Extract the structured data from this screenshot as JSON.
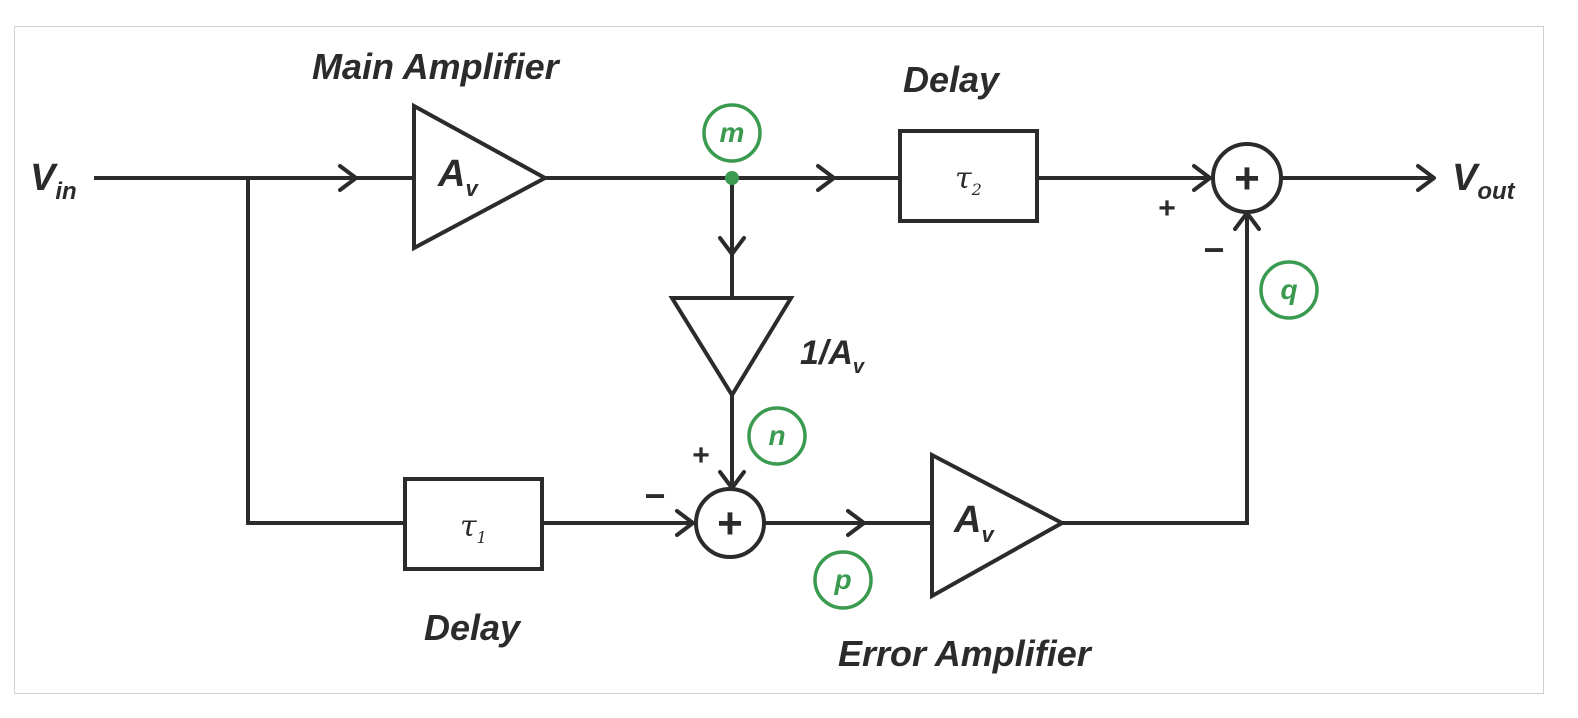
{
  "labels": {
    "main_amplifier": "Main Amplifier",
    "delay_top": "Delay",
    "delay_bottom": "Delay",
    "error_amplifier": "Error Amplifier",
    "inv_gain": "1/A",
    "inv_gain_sub": "v"
  },
  "signals": {
    "vin_main": "V",
    "vin_sub": "in",
    "vout_main": "V",
    "vout_sub": "out"
  },
  "blocks": {
    "main_amp_main": "A",
    "main_amp_sub": "v",
    "error_amp_main": "A",
    "error_amp_sub": "v",
    "tau1_main": "τ",
    "tau1_sub": "1",
    "tau2_main": "τ",
    "tau2_sub": "2"
  },
  "summers": {
    "symbol": "+",
    "bottom_plus": "+",
    "bottom_minus": "−",
    "top_plus": "+",
    "top_minus": "−"
  },
  "nodes": {
    "m": "m",
    "n": "n",
    "p": "p",
    "q": "q"
  },
  "colors": {
    "line": "#2b2b2b",
    "node_accent": "#3a9a4f",
    "frame": "#cfcfcf"
  }
}
